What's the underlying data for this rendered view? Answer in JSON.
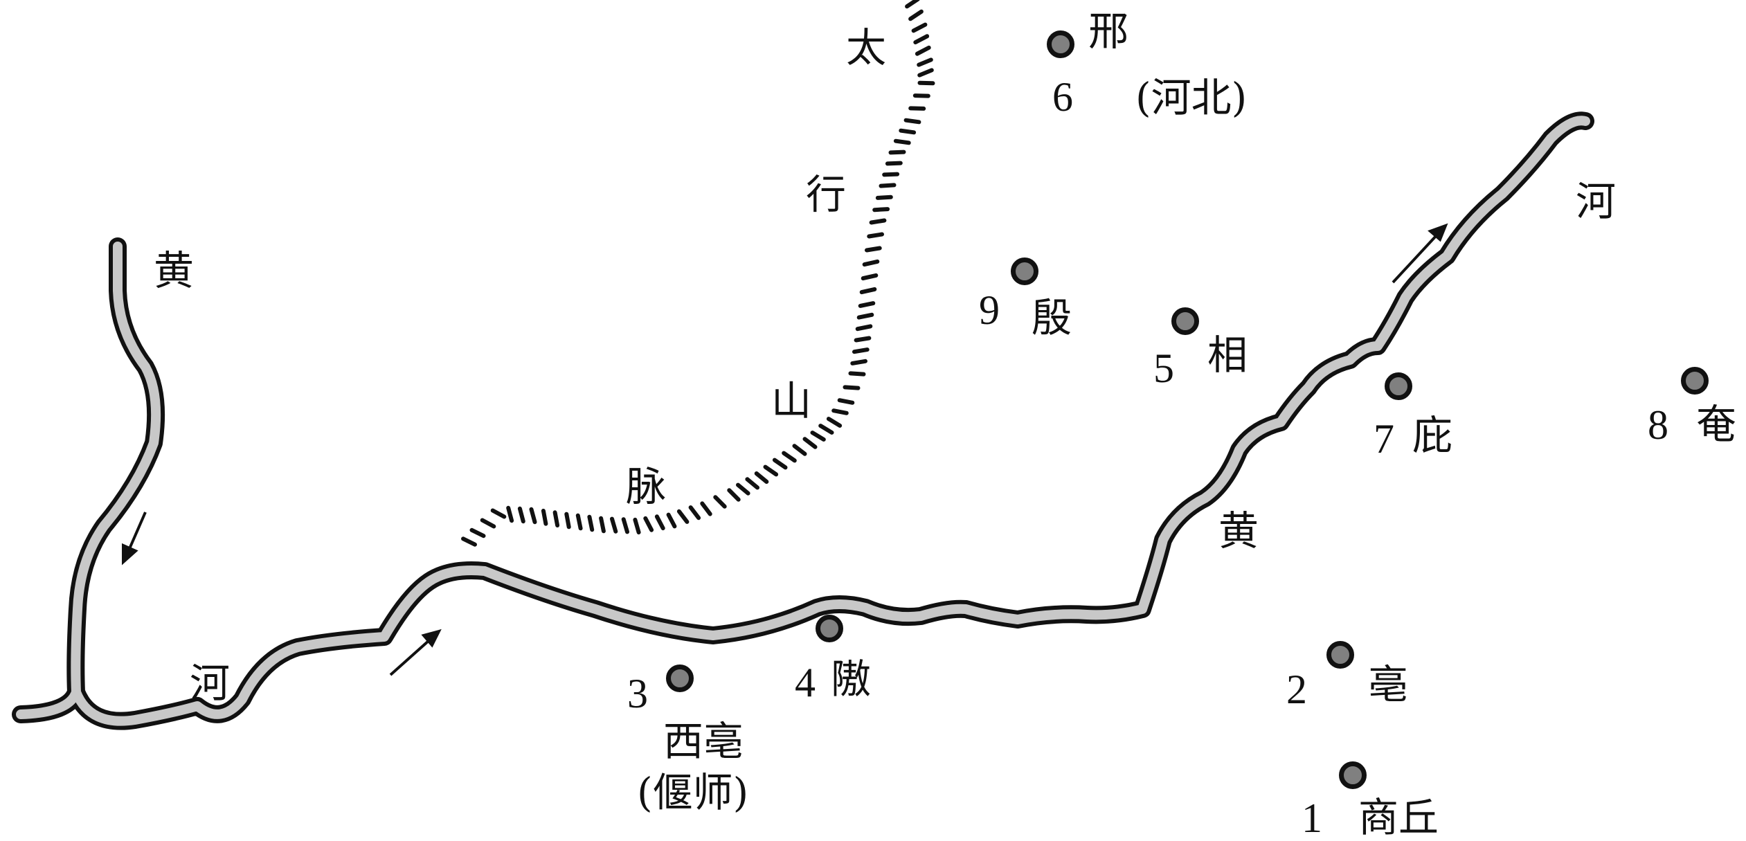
{
  "map": {
    "river_name_chars": [
      "黄",
      "河",
      "黄",
      "河"
    ],
    "mountain_name_chars": [
      "太",
      "行",
      "山",
      "脉"
    ],
    "colors": {
      "river_fill": "#c8c8c8",
      "river_edge": "#111111",
      "site_fill": "#808080",
      "ink": "#111111"
    },
    "sites": [
      {
        "number": "1",
        "name": "商丘",
        "note": ""
      },
      {
        "number": "2",
        "name": "亳",
        "note": ""
      },
      {
        "number": "3",
        "name": "西亳",
        "note": "(偃师)"
      },
      {
        "number": "4",
        "name": "隞",
        "note": ""
      },
      {
        "number": "5",
        "name": "相",
        "note": ""
      },
      {
        "number": "6",
        "name": "邢",
        "note": "(河北)"
      },
      {
        "number": "7",
        "name": "庇",
        "note": ""
      },
      {
        "number": "8",
        "name": "奄",
        "note": ""
      },
      {
        "number": "9",
        "name": "殷",
        "note": ""
      }
    ]
  }
}
